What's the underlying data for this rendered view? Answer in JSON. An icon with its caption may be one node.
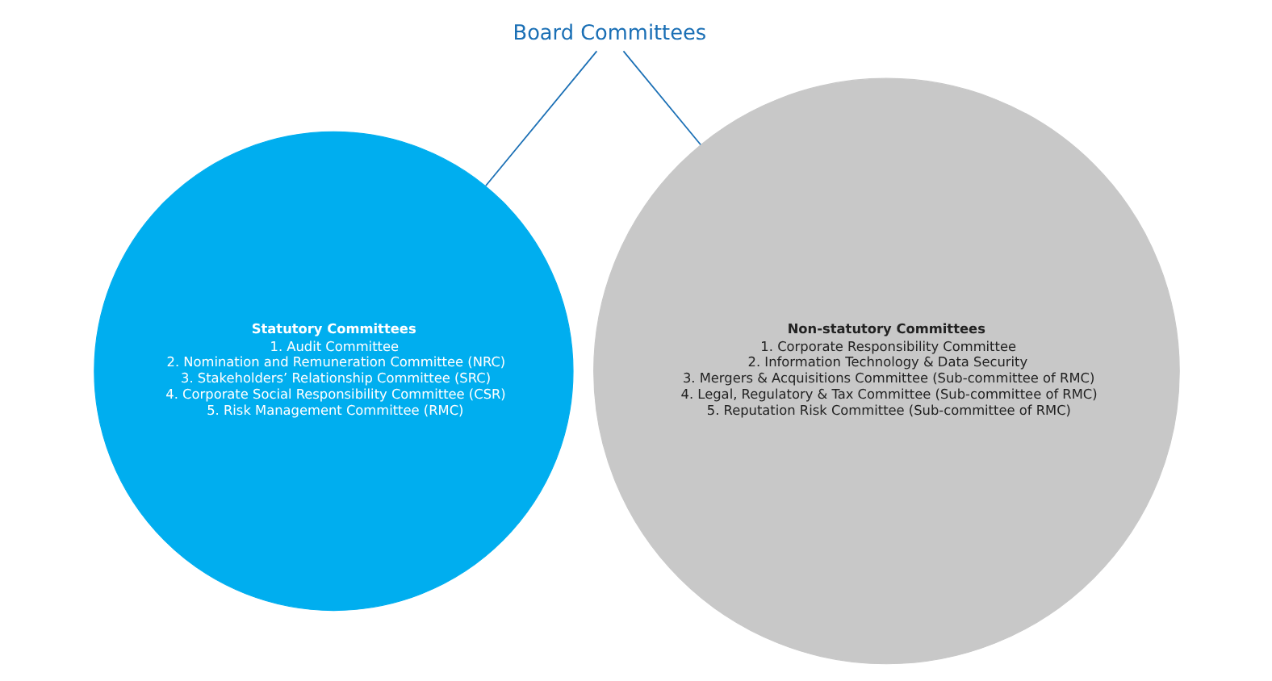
{
  "diagram": {
    "nodes": [
      {
        "text": [
          "Board Committees"
        ]
      },
      {
        "text": [
          "Statutory Committees",
          "1. Audit Committee",
          "2. Nomination and Remuneration Committee (NRC)",
          "3. Stakeholders’ Relationship Committee (SRC)",
          "4. Corporate Social Responsibility Committee (CSR)",
          "5. Risk Management Committee (RMC)"
        ]
      },
      {
        "text": [
          "Non-statutory Committees",
          "1. Corporate Responsibility Committee",
          "2. Information Technology & Data Security",
          "3. Mergers & Acquisitions Committee (Sub-committee of RMC)",
          "4. Legal, Regulatory & Tax Committee (Sub-committee of RMC)",
          "5. Reputation Risk Committee (Sub-committee of RMC)"
        ]
      }
    ],
    "edges": [
      {
        "from": 0,
        "to": 1,
        "arrow": "none"
      },
      {
        "from": 0,
        "to": 2,
        "arrow": "none"
      }
    ]
  }
}
